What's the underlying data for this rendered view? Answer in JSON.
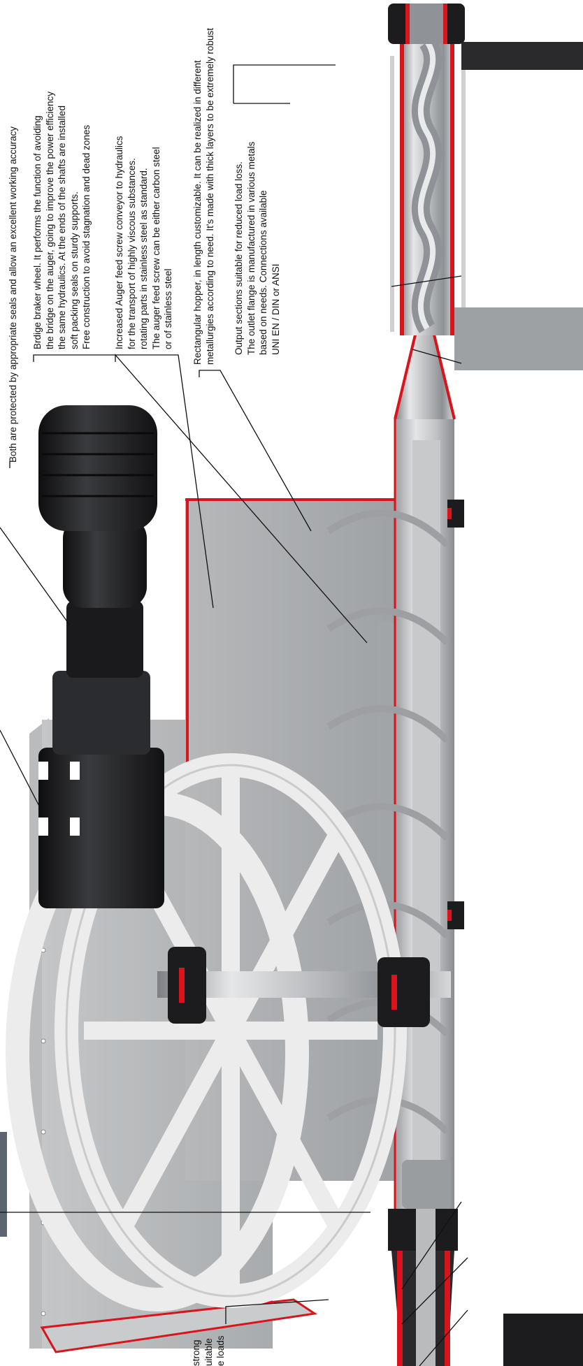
{
  "callouts": {
    "seals": {
      "lines": [
        "Both are protected by appropriate seals and allow an excellent working accuracy"
      ]
    },
    "bridge_breaker": {
      "lines": [
        "Brdige braker wheel. It performs the function of avoiding",
        "the bridge on the auger, going to improve the power efficiency",
        "the same hydraulics. At the ends of the shafts are installed",
        "soft packing seals on sturdy supports.",
        "Free construction to avoid stagnation and dead zones"
      ]
    },
    "auger": {
      "lines": [
        "Increased Auger feed screw conveyor to hydraulics",
        "for the transport of highly viscous substances.",
        "rotating parts in stainless steel as standard.",
        "The auger feed screw can be either carbon steel",
        "or of stainless steel"
      ]
    },
    "hopper": {
      "lines": [
        "Rectangular hopper, in length customizable. It can be realized in different",
        "metallurgies according to need. It's made with thick layers to be extremely robust"
      ]
    },
    "output": {
      "lines": [
        "Output sections suitable for reduced load loss.",
        "The outlet flange is manufactured in various metals",
        "based on needs. Connections available",
        "UNI EN / DIN or ANSI"
      ]
    },
    "bearing_partial": {
      "lines": [
        "strong",
        "uitable",
        "e loads"
      ]
    }
  },
  "colors": {
    "steel_light": "#d9dadb",
    "steel_mid": "#a9abae",
    "steel_dark": "#6f7275",
    "cut_red": "#d8141c",
    "motor_black": "#1c1c1e",
    "hopper_grey": "#bdbfc1",
    "wheel_white": "#ececec"
  }
}
